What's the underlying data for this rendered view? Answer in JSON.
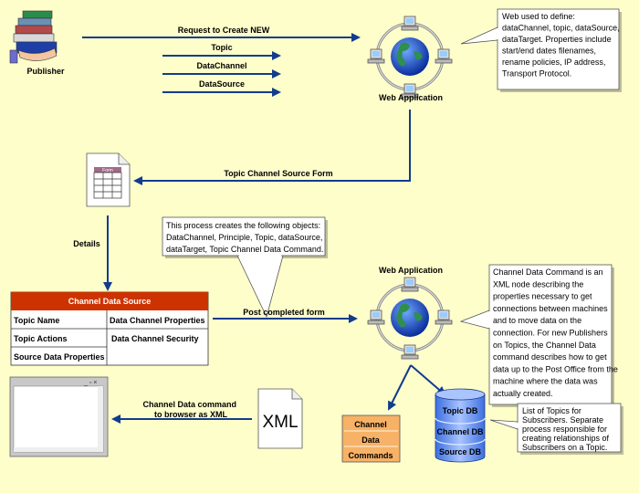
{
  "colors": {
    "background": "#fefecb",
    "arrow": "#123c8c",
    "table_header": "#cc3300",
    "commands_box": "#f7b267",
    "db": "#5a8be8"
  },
  "publisher": {
    "label": "Publisher",
    "icon": "books-in-hand-icon"
  },
  "top_arrows": {
    "request": "Request to Create NEW",
    "topic": "Topic",
    "datachannel": "DataChannel",
    "datasource": "DataSource"
  },
  "web_app_top": {
    "label": "Web Application",
    "icon": "globe-network-icon"
  },
  "callout_web": {
    "lines": [
      "Web used to define:",
      "dataChannel, topic, dataSource,",
      "dataTarget. Properties include",
      "start/end dates filenames,",
      "rename policies, IP address,",
      "Transport Protocol."
    ]
  },
  "form_arrow": {
    "label": "Topic Channel Source Form",
    "form_icon_title": "Form"
  },
  "details": {
    "label": "Details"
  },
  "callout_process": {
    "lines": [
      "This process creates the following objects:",
      "DataChannel, Principle, Topic, dataSource,",
      "dataTarget, Topic Channel Data Command."
    ]
  },
  "table": {
    "title": "Channel Data Source",
    "left": [
      "Topic Name",
      "Topic Actions",
      "Source Data Properties"
    ],
    "right": [
      "Data Channel Properties",
      "Data Channel Security"
    ]
  },
  "post_arrow": {
    "label": "Post completed form"
  },
  "web_app_bottom": {
    "label": "Web Application"
  },
  "callout_command": {
    "lines": [
      "Channel Data Command is an",
      "XML node describing the",
      "properties necessary to get",
      "connections between machines",
      "and to move data on the",
      "connection. For new Publishers",
      "on Topics, the Channel Data",
      "command describes how to get",
      "data up to the Post Office from the",
      "machine where the data was",
      "actually created."
    ]
  },
  "commands_box": {
    "rows": [
      "Channel",
      "Data",
      "Commands"
    ]
  },
  "database": {
    "rows": [
      "Topic DB",
      "Channel DB",
      "Source DB"
    ]
  },
  "callout_db": {
    "lines": [
      "List of Topics for",
      "Subscribers. Separate",
      "process responsible for",
      "creating relationships of",
      "Subscribers on a Topic."
    ]
  },
  "xml_arrow": {
    "lines": [
      "Channel Data command",
      "to browser as XML"
    ]
  },
  "xml_doc": {
    "label": "XML"
  }
}
